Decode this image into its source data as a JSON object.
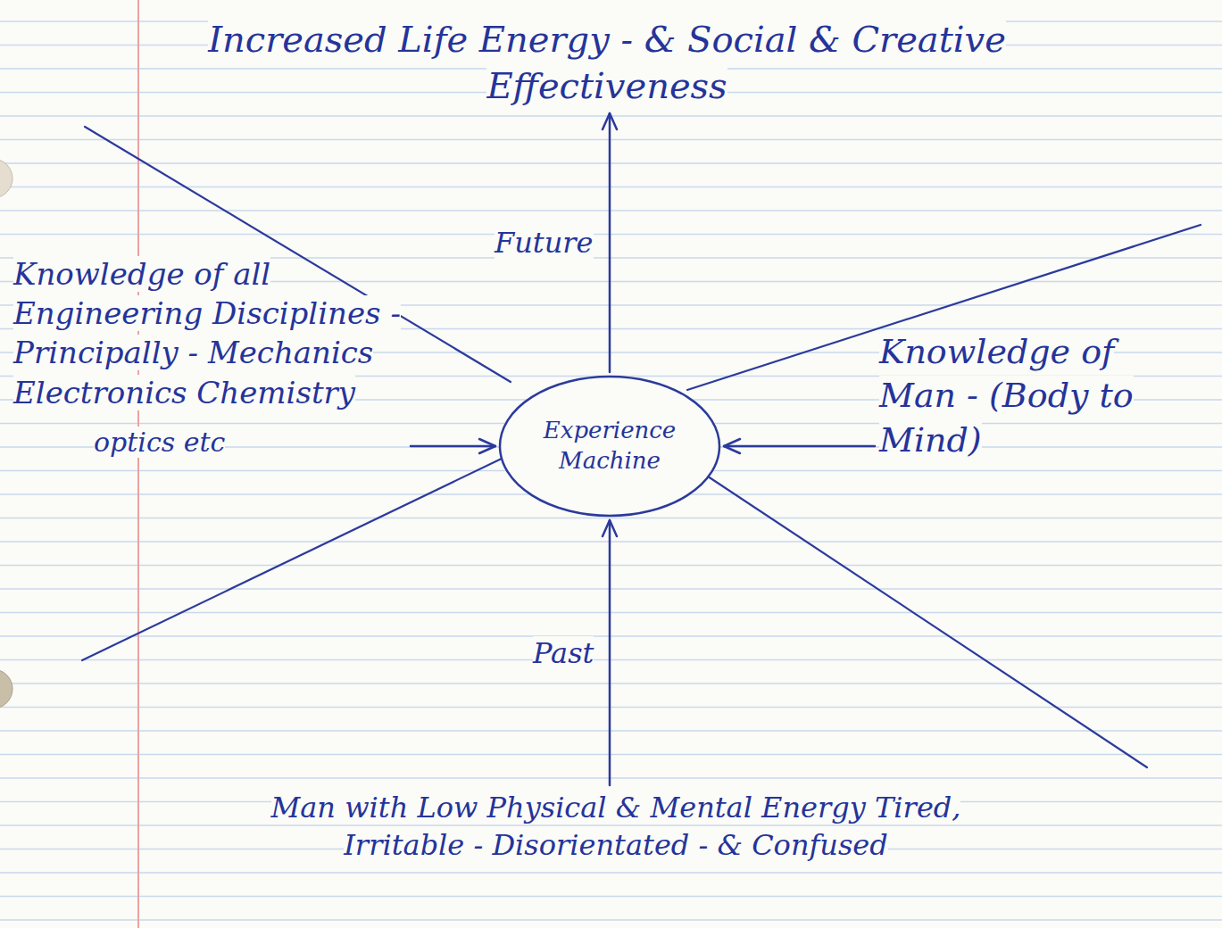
{
  "diagram": {
    "nodes": [
      {
        "text": [
          "Increased Life Energy - & Social & Creative Effectiveness"
        ]
      },
      {
        "text": [
          "Knowledge of all Engineering Disciplines - Principally - Mechanics Electronics Chemistry",
          "optics etc"
        ]
      },
      {
        "text": [
          "Experience Machine"
        ]
      },
      {
        "text": [
          "Knowledge of Man - (Body to Mind)"
        ]
      },
      {
        "text": [
          "Man with Low Physical & Mental Energy Tired, Irritable - Disorientated - & Confused"
        ]
      }
    ],
    "edges": [
      {
        "from": 2,
        "to": 0,
        "arrow": "to",
        "label": "Future"
      },
      {
        "from": 4,
        "to": 2,
        "arrow": "to",
        "label": "Past"
      },
      {
        "from": 1,
        "to": 2,
        "arrow": "to"
      },
      {
        "from": 3,
        "to": 2,
        "arrow": "to"
      }
    ]
  }
}
